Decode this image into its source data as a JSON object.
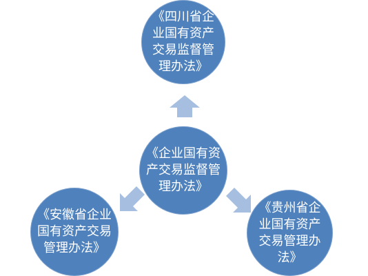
{
  "nodes": {
    "top": "《四川省企业国有资产交易监督管理办法》",
    "center": "《企业国有资产交易监督管理办法》",
    "left": "《安徽省企业国有资产交易管理办法》",
    "right": "《贵州省企业国有资产交易管理办法》"
  },
  "colors": {
    "node_fill": "#4f81bd",
    "node_text": "#ffffff",
    "arrow_fill": "#a6bfe0",
    "background": "#ffffff"
  },
  "icons": {
    "arrow_up": "up-arrow-icon",
    "arrow_down_left": "down-left-arrow-icon",
    "arrow_down_right": "down-right-arrow-icon"
  }
}
